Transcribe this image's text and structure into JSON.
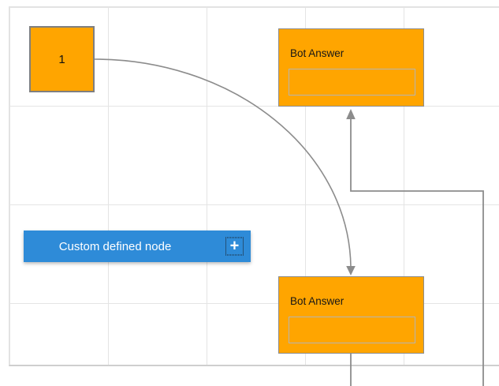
{
  "colors": {
    "node_fill": "#FFA500",
    "node_border": "#8c8c8c",
    "square_border": "#7f7f7f",
    "accent_blue": "#2E8BD8",
    "connector": "#8c8c8c",
    "grid_line": "#e4e4e4"
  },
  "nodes": {
    "start_square": {
      "label": "1"
    },
    "bot_answer_top": {
      "title": "Bot Answer",
      "input_value": ""
    },
    "bot_answer_bottom": {
      "title": "Bot Answer",
      "input_value": ""
    },
    "custom": {
      "label": "Custom defined node",
      "add_icon": "+"
    }
  }
}
